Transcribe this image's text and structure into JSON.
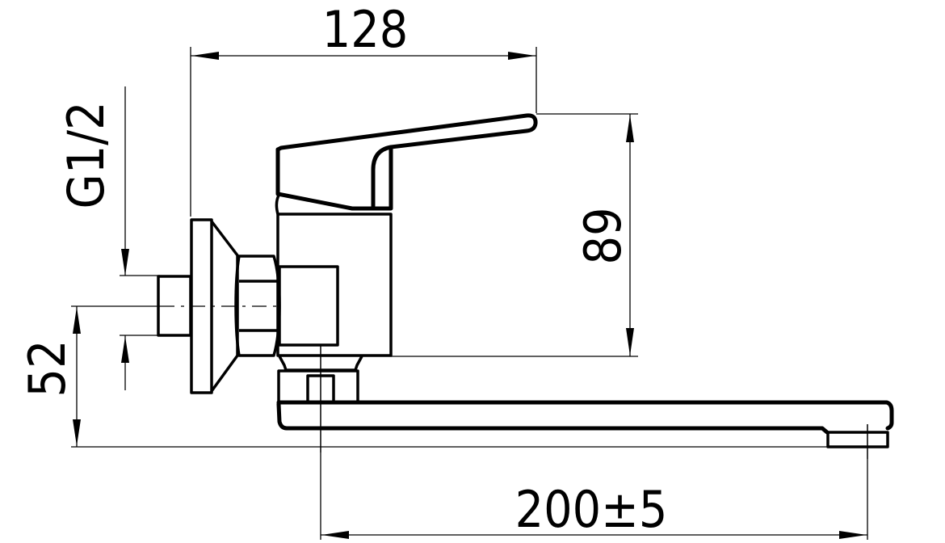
{
  "drawing": {
    "subject": "Wall-mounted single-lever faucet with swivel spout",
    "line_color": "#000000",
    "background": "#ffffff"
  },
  "dimensions": {
    "overall_length_top": "128",
    "lever_height": "89",
    "thread_size": "G1/2",
    "spout_height": "52",
    "spout_reach": "200±5"
  }
}
